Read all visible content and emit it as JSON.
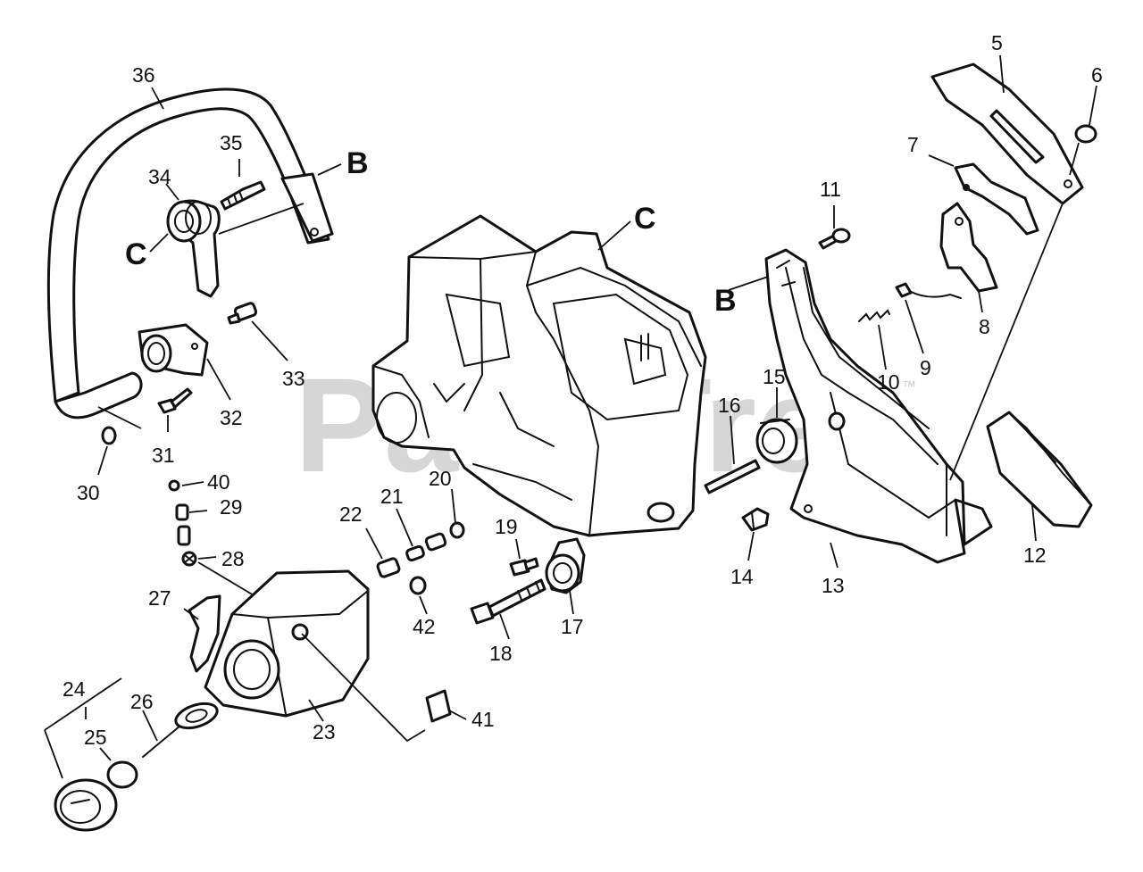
{
  "watermark": {
    "text": "PartsTree",
    "trademark": "™"
  },
  "callouts": {
    "c5": "5",
    "c6": "6",
    "c7": "7",
    "c8": "8",
    "c9": "9",
    "c10": "10",
    "c11": "11",
    "c12": "12",
    "c13": "13",
    "c14": "14",
    "c15": "15",
    "c16": "16",
    "c17": "17",
    "c18": "18",
    "c19": "19",
    "c20": "20",
    "c21": "21",
    "c22": "22",
    "c23": "23",
    "c24": "24",
    "c25": "25",
    "c26": "26",
    "c27": "27",
    "c28": "28",
    "c29": "29",
    "c30": "30",
    "c31": "31",
    "c32": "32",
    "c33": "33",
    "c34": "34",
    "c35": "35",
    "c36": "36",
    "c40": "40",
    "c41": "41",
    "c42": "42"
  },
  "reference_marks": {
    "b": "B",
    "c": "C"
  }
}
